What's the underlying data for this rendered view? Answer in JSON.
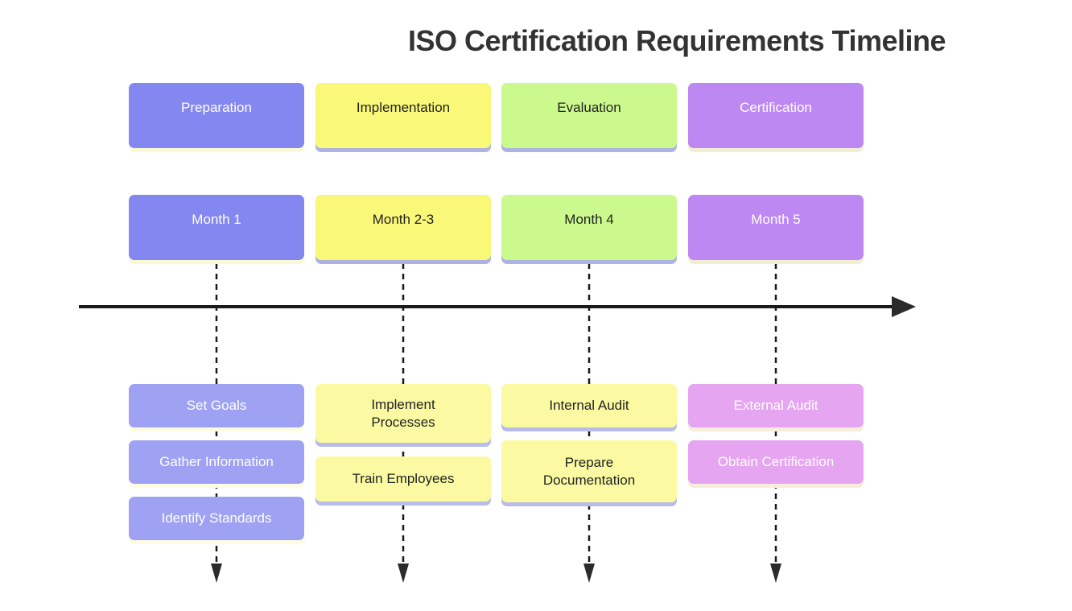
{
  "title": "ISO Certification Requirements Timeline",
  "phases": [
    {
      "name": "Preparation",
      "month": "Month 1",
      "tasks": [
        "Set Goals",
        "Gather Information",
        "Identify Standards"
      ],
      "phase_color": "#8587f0",
      "task_color": "#9fa1f2",
      "text_color": "#ffffff"
    },
    {
      "name": "Implementation",
      "month": "Month 2-3",
      "tasks": [
        "Implement Processes",
        "Train Employees"
      ],
      "phase_color": "#faf878",
      "task_color": "#fbfaa2",
      "text_color": "#222222"
    },
    {
      "name": "Evaluation",
      "month": "Month 4",
      "tasks": [
        "Internal Audit",
        "Prepare Documentation"
      ],
      "phase_color": "#ccf98d",
      "task_color": "#fbf9a2",
      "text_color": "#222222"
    },
    {
      "name": "Certification",
      "month": "Month 5",
      "tasks": [
        "External Audit",
        "Obtain Certification"
      ],
      "phase_color": "#bd88f2",
      "task_color": "#e5a5f0",
      "text_color": "#ffffff"
    }
  ],
  "timeline": {
    "axis_color": "#1a1a1a",
    "connector_style": "dashed",
    "direction": "right"
  }
}
